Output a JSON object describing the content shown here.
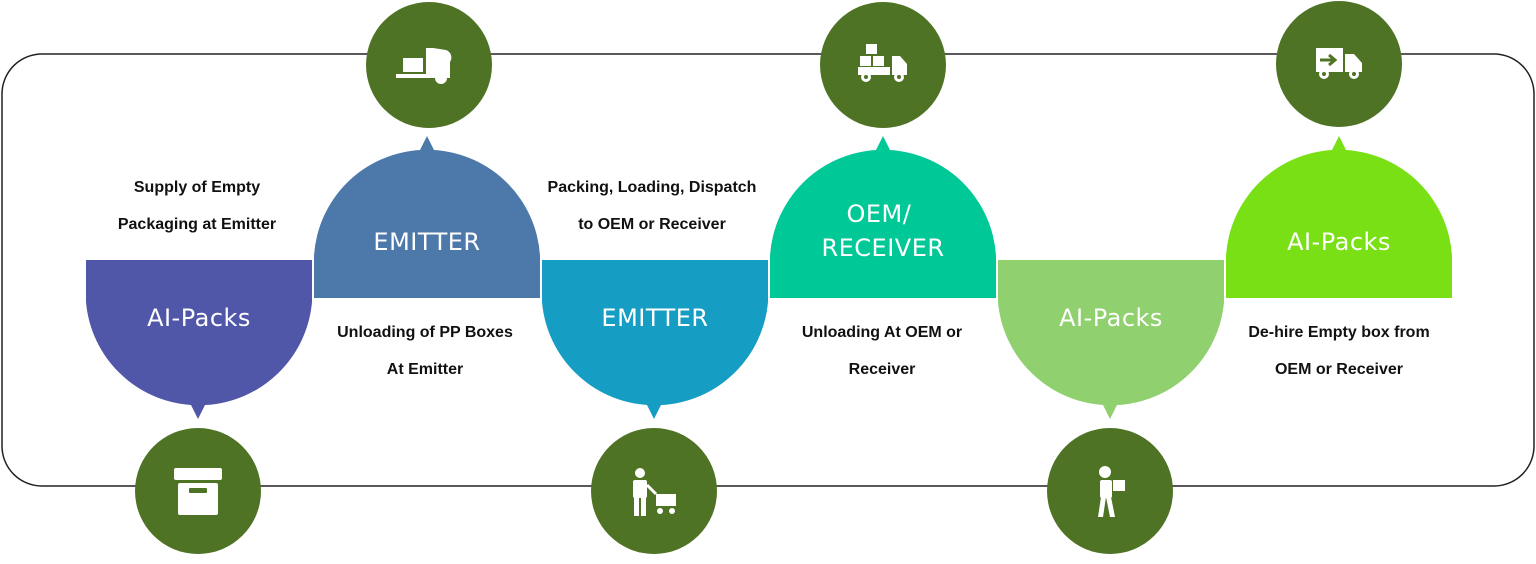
{
  "stages": [
    {
      "id": "s1",
      "lines": [
        "AI-Packs"
      ],
      "color": "#5157a8"
    },
    {
      "id": "s2",
      "lines": [
        "EMITTER"
      ],
      "color": "#4d78aa"
    },
    {
      "id": "s3",
      "lines": [
        "EMITTER"
      ],
      "color": "#169dc3"
    },
    {
      "id": "s4",
      "lines": [
        "OEM/",
        "RECEIVER"
      ],
      "color": "#00c896"
    },
    {
      "id": "s5",
      "lines": [
        "AI-Packs"
      ],
      "color": "#90d06f"
    },
    {
      "id": "s6",
      "lines": [
        "AI-Packs"
      ],
      "color": "#78e014"
    }
  ],
  "descriptions": {
    "d1": [
      "Supply of Empty",
      "Packaging at Emitter"
    ],
    "d2": [
      "Unloading of PP Boxes",
      "At Emitter"
    ],
    "d3": [
      "Packing, Loading, Dispatch",
      "to OEM or Receiver"
    ],
    "d4": [
      "Unloading At OEM or",
      "Receiver"
    ],
    "d5": [
      "De-hire Empty box from",
      "OEM or Receiver"
    ]
  },
  "icons": [
    {
      "name": "storage-box-icon"
    },
    {
      "name": "forklift-icon"
    },
    {
      "name": "porter-trolley-icon"
    },
    {
      "name": "delivery-truck-icon"
    },
    {
      "name": "delivery-person-icon"
    },
    {
      "name": "return-truck-icon"
    }
  ],
  "colors": {
    "icon_circle": "#4f7325",
    "outline": "#222222",
    "text": "#111111"
  }
}
